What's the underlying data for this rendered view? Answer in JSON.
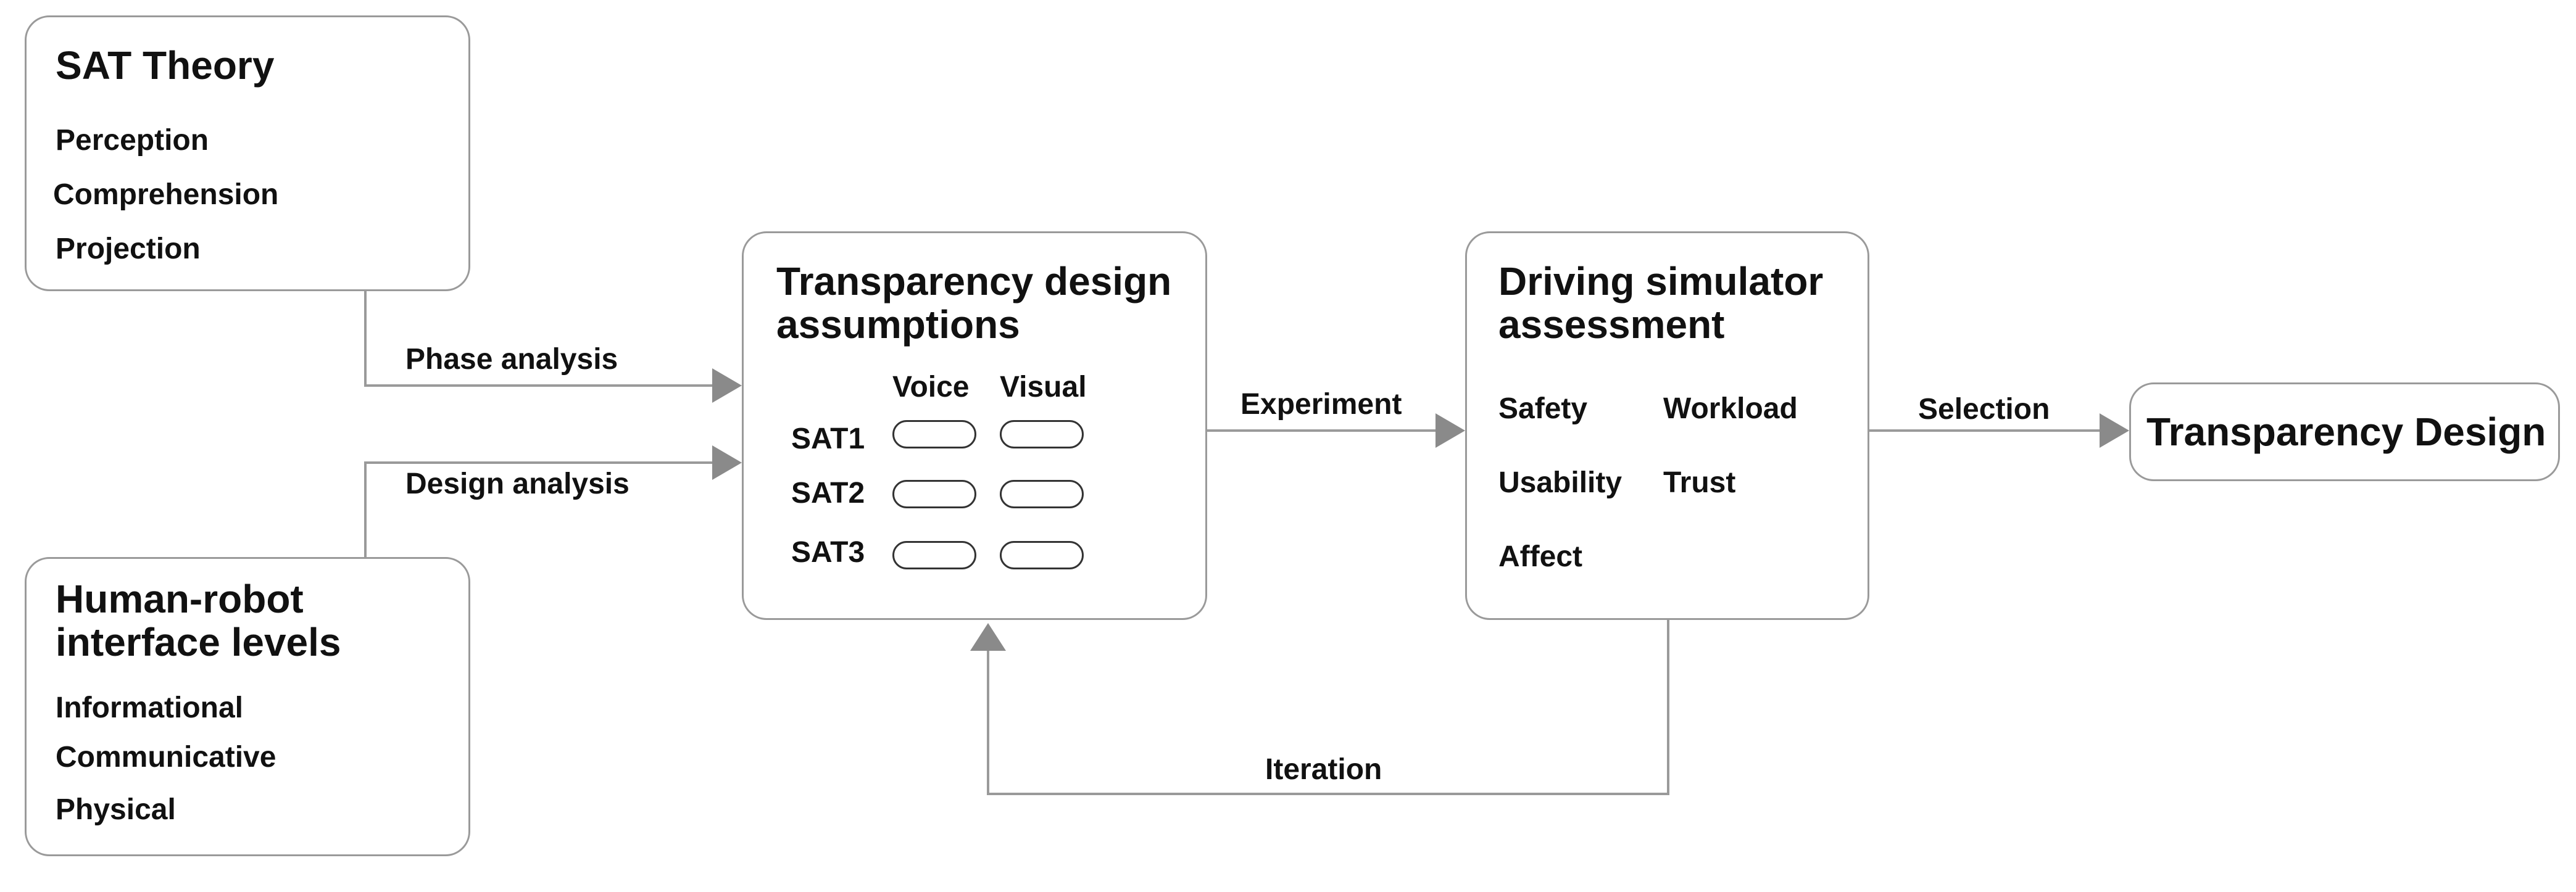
{
  "sat_theory": {
    "title": "SAT Theory",
    "items": [
      "Perception",
      "Comprehension",
      "Projection"
    ]
  },
  "hri_levels": {
    "title_line1": "Human-robot",
    "title_line2": "interface levels",
    "items": [
      "Informational",
      "Communicative",
      "Physical"
    ]
  },
  "transparency_assumptions": {
    "title_line1": "Transparency design",
    "title_line2": "assumptions",
    "col_voice": "Voice",
    "col_visual": "Visual",
    "rows": [
      "SAT1",
      "SAT2",
      "SAT3"
    ]
  },
  "simulator": {
    "title_line1": "Driving simulator",
    "title_line2": "assessment",
    "metrics": [
      "Safety",
      "Workload",
      "Usability",
      "Trust",
      "Affect"
    ]
  },
  "result": {
    "title": "Transparency Design"
  },
  "edges": {
    "phase_analysis": "Phase analysis",
    "design_analysis": "Design analysis",
    "experiment": "Experiment",
    "selection": "Selection",
    "iteration": "Iteration"
  },
  "colors": {
    "line": "#9a9a9a",
    "arrow": "#8a8a8a",
    "border": "#9a9a9a",
    "text": "#111111"
  }
}
